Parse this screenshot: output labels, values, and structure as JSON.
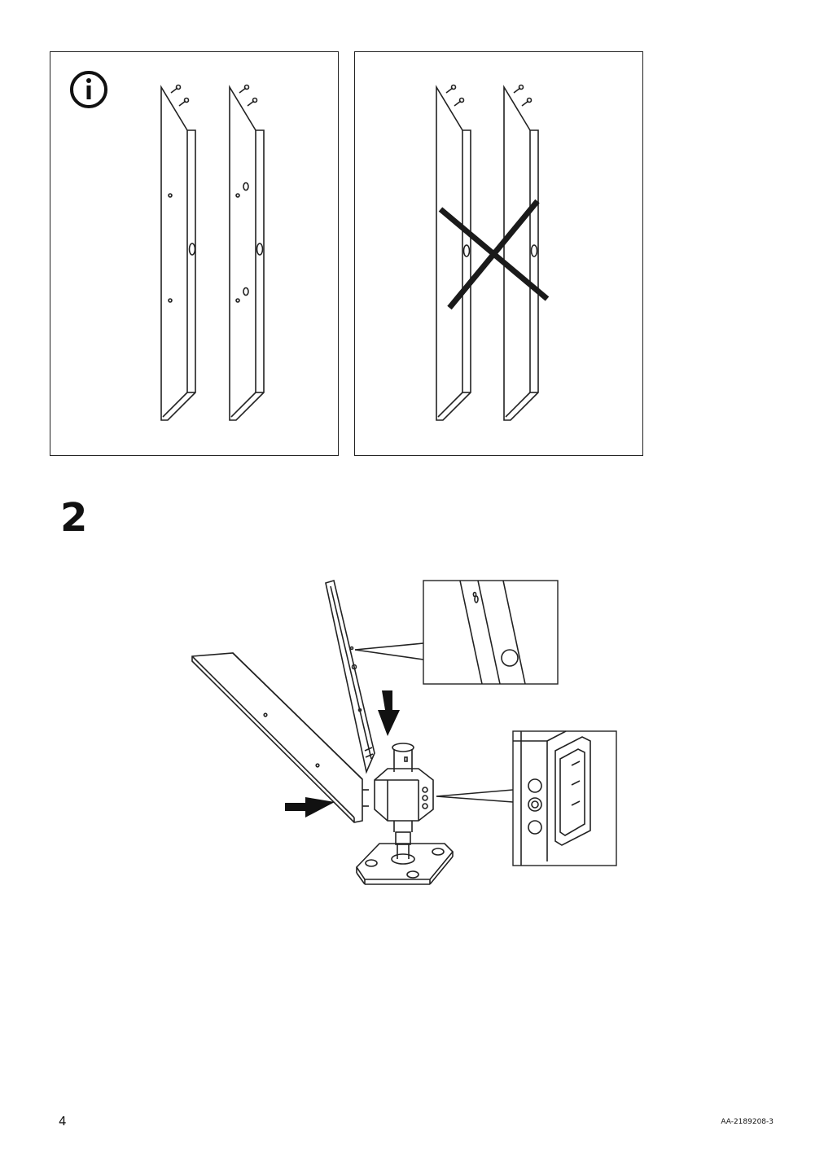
{
  "document": {
    "step_number": "2",
    "page_number": "4",
    "doc_code": "AA-2189208-3"
  },
  "icons": {
    "info": "info-icon",
    "wrong": "cross-mark-icon",
    "arrow": "arrow-icon"
  },
  "colors": {
    "line": "#222222",
    "cross": "#1a1a1a",
    "background": "#ffffff"
  }
}
